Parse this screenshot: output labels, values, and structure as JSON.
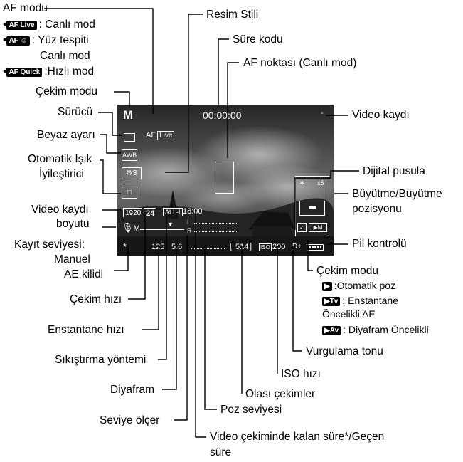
{
  "screen": {
    "mode_letter": "M",
    "timecode": "00:00:00",
    "af_mode_text": "AF",
    "af_live_badge": "Live",
    "wb_badge": "AWB",
    "picture_style_badge": "S",
    "movie_size": "1920",
    "frame_rate": "24",
    "compression": "ALL-I",
    "remaining_time": "18:00",
    "shutter": "125",
    "aperture": "5.6",
    "shots": "514",
    "iso_badge": "ISO",
    "iso_value": "200",
    "highlight_tone": "D+",
    "zoom": "x5",
    "mic_badge": "M",
    "level_L": "L",
    "level_R": "R",
    "asterisk": "*"
  },
  "labels": {
    "af_modu": "AF modu",
    "af_canli": ": Canlı mod",
    "af_yuz1": ": Yüz tespiti",
    "af_yuz2": "Canlı mod",
    "af_hizli": ":Hızlı mod",
    "af_badge_live": "Live",
    "af_badge_face": "☺",
    "af_badge_quick": "Quick",
    "cekim_modu_top": "Çekim modu",
    "surucu": "Sürücü",
    "beyaz_ayari": "Beyaz ayarı",
    "otomatik1": "Otomatik Işık",
    "otomatik2": "İyileştirici",
    "video_boyutu1": "Video kaydı",
    "video_boyutu2": "boyutu",
    "kayit1": "Kayıt seviyesi:",
    "kayit2": "Manuel",
    "ae_kilidi": "AE kilidi",
    "cekim_hizi": "Çekim hızı",
    "enstantane_hizi": "Enstantane hızı",
    "sikistirma": "Sıkıştırma yöntemi",
    "diyafram": "Diyafram",
    "seviye_olcer": "Seviye ölçer",
    "resim_stili": "Resim Stili",
    "sure_kodu": "Süre kodu",
    "af_noktasi": "AF noktası (Canlı mod)",
    "video_kaydi": "Video kaydı",
    "dijital_pusula": "Dijital pusula",
    "buyutme1": "Büyütme/Büyütme",
    "buyutme2": "pozisyonu",
    "pil": "Pil kontrolü",
    "cekim_modu_bottom": "Çekim modu",
    "otomatik_poz": ":Otomatik poz",
    "enst_oncelikli1": ": Enstantane",
    "enst_oncelikli2": "Öncelikli AE",
    "diy_oncelikli": ": Diyafram Öncelikli",
    "badge_tv": "Tv",
    "badge_av": "Av",
    "vurgulama": "Vurgulama tonu",
    "iso_hizi": "ISO hızı",
    "olasi": "Olası çekimler",
    "poz_seviyesi": "Poz seviyesi",
    "video_kalan1": "Video çekiminde kalan süre*/Geçen",
    "video_kalan2": "süre"
  },
  "colors": {
    "sky_top": "#2a2a2a",
    "sky_mid": "#6e6e6e",
    "cloud": "#d8d8d8",
    "ground": "#1c1c1c",
    "osd_text": "#ffffff",
    "leader": "#000000"
  }
}
